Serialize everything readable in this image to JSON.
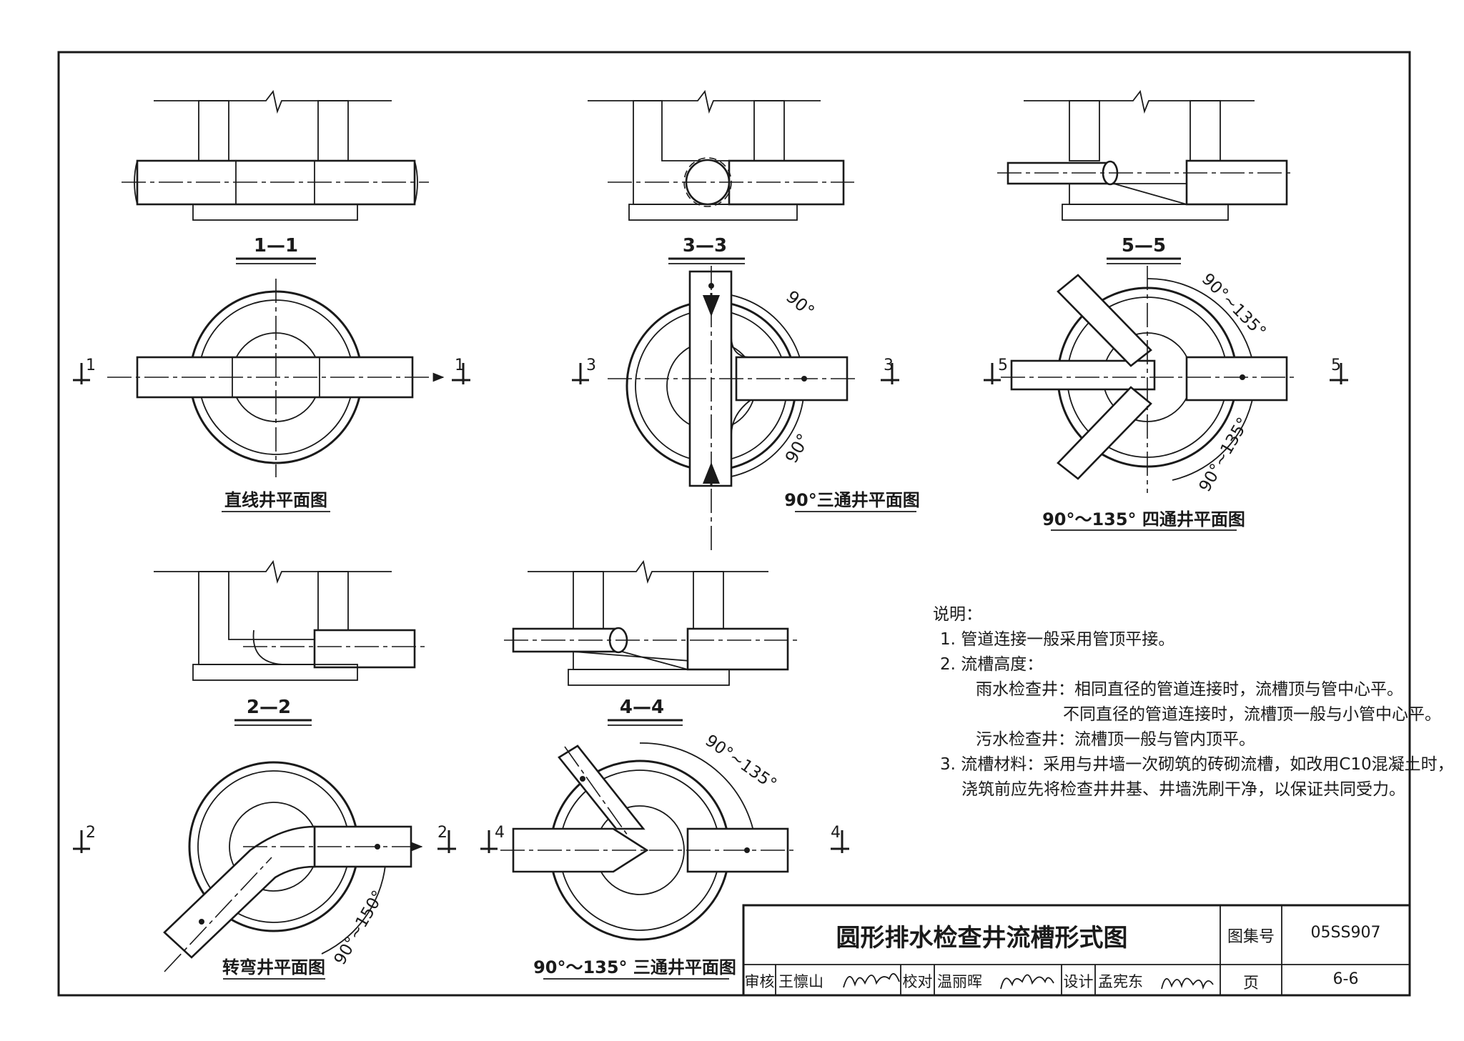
{
  "section_labels": {
    "s11": "1—1",
    "s33": "3—3",
    "s55": "5—5",
    "s22": "2—2",
    "s44": "4—4"
  },
  "cut_marks": {
    "c1l": "1",
    "c1r": "1",
    "c3l": "3",
    "c3r": "3",
    "c5l": "5",
    "c5r": "5",
    "c2l": "2",
    "c2r": "2",
    "c4l": "4",
    "c4r": "4"
  },
  "plan_titles": {
    "straight": "直线井平面图",
    "tee90": "90°三通井平面图",
    "cross": "90°～135° 四通井平面图",
    "bend": "转弯井平面图",
    "tee135": "90°～135° 三通井平面图"
  },
  "angles": {
    "tee_top": "90°",
    "tee_bottom": "90°",
    "cross_top": "90°~135°",
    "cross_bottom": "90°~135°",
    "bend": "90°~150°",
    "tee135": "90°~135°"
  },
  "notes": {
    "heading": "说明：",
    "n1": "1. 管道连接一般采用管顶平接。",
    "n2": "2. 流槽高度：",
    "n2a": "雨水检查井：相同直径的管道连接时，流槽顶与管中心平。",
    "n2b": "不同直径的管道连接时，流槽顶一般与小管中心平。",
    "n2c": "污水检查井：流槽顶一般与管内顶平。",
    "n3": "3. 流槽材料：采用与井墙一次砌筑的砖砌流槽，如改用C10混凝土时，",
    "n3b": "浇筑前应先将检查井井基、井墙洗刷干净，以保证共同受力。"
  },
  "title_block": {
    "title": "圆形排水检查井流槽形式图",
    "atlas_label": "图集号",
    "atlas_no": "05SS907",
    "page_label": "页",
    "page_no": "6-6",
    "review_label": "审核",
    "reviewer": "王懔山",
    "check_label": "校对",
    "checker": "温丽晖",
    "design_label": "设计",
    "designer": "孟宪东"
  }
}
